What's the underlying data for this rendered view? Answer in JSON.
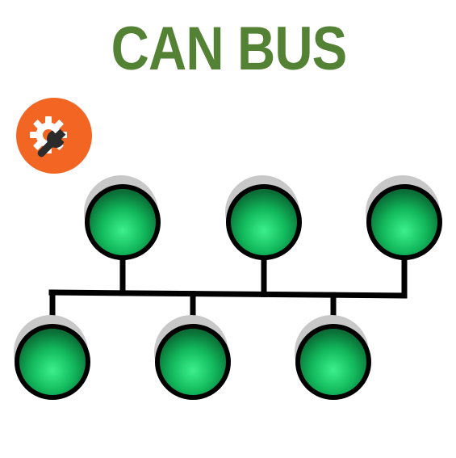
{
  "title": "CAN BUS",
  "colors": {
    "title": "#548235",
    "badge": "#f26522",
    "node_light": "#3cf08c",
    "node_mid": "#12b95c",
    "node_dark": "#0a6e36",
    "node_shadow": "#c8c8c8",
    "bus_line": "#000000"
  },
  "icons": {
    "badge": "gear-wrench-icon"
  },
  "nodes": [
    {
      "id": "node-top-1",
      "row": "top"
    },
    {
      "id": "node-top-2",
      "row": "top"
    },
    {
      "id": "node-top-3",
      "row": "top"
    },
    {
      "id": "node-bottom-1",
      "row": "bottom"
    },
    {
      "id": "node-bottom-2",
      "row": "bottom"
    },
    {
      "id": "node-bottom-3",
      "row": "bottom"
    }
  ]
}
